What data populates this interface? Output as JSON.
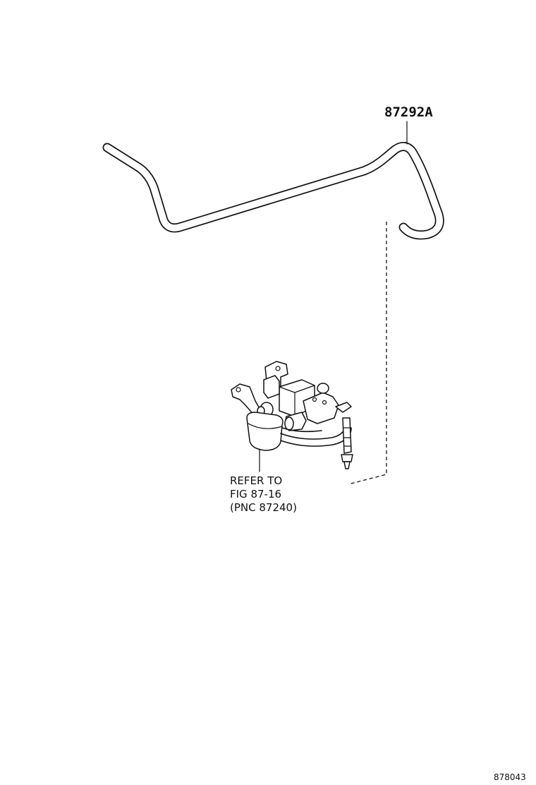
{
  "part_number_label": "87292A",
  "reference_note": {
    "line1": "REFER TO",
    "line2": "FIG 87-16",
    "line3": "(PNC 87240)"
  },
  "drawing_number": "878043"
}
